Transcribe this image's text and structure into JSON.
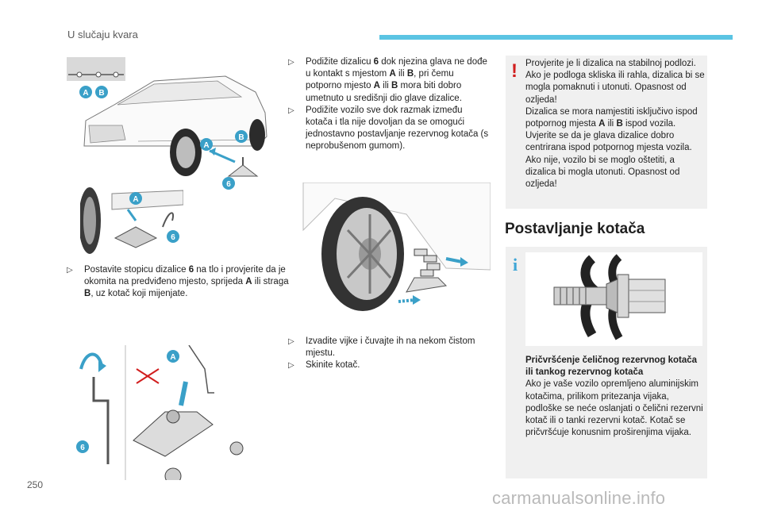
{
  "header": {
    "title": "U slučaju kvara"
  },
  "footer": {
    "page_number": "250",
    "watermark": "carmanualsonline.info"
  },
  "figures": {
    "car_labels": [
      "A",
      "B",
      "A",
      "B",
      "6"
    ],
    "jack_detail_labels": [
      "A",
      "6"
    ],
    "large_jack_labels": [
      "A",
      "6"
    ]
  },
  "left_column": {
    "step1_parts": [
      "Postavite stopicu dizalice ",
      "6",
      " na tlo i provjerite da je okomita na predviđeno mjesto, sprijeda ",
      "A",
      " ili straga ",
      "B",
      ", uz kotač koji mijenjate."
    ]
  },
  "middle_column": {
    "bullet1_parts": [
      "Podižite dizalicu ",
      "6",
      " dok njezina glava ne dođe u kontakt s mjestom ",
      "A",
      " ili ",
      "B",
      ", pri čemu potporno mjesto ",
      "A",
      " ili ",
      "B",
      " mora biti dobro umetnuto u središnji dio glave dizalice."
    ],
    "bullet2": "Podižite vozilo sve dok razmak između kotača i tla nije dovoljan da se omogući jednostavno postavljanje rezervnog kotača (s neprobušenom gumom).",
    "bullet3": "Izvadite vijke i čuvajte ih na nekom čistom mjestu.",
    "bullet4": "Skinite kotač."
  },
  "warning": {
    "icon": "exclamation-icon",
    "parts": [
      "Provjerite je li dizalica na stabilnoj podlozi. Ako je podloga skliska ili rahla, dizalica bi se mogla pomaknuti i utonuti. Opasnost od ozljeda!",
      "Dizalica se mora namjestiti isključivo ispod potpornog mjesta ",
      "A",
      " ili ",
      "B",
      " ispod vozila. Uvjerite se da je glava dizalice dobro centrirana ispod potpornog mjesta vozila. Ako nije, vozilo bi se moglo oštetiti, a dizalica bi mogla utonuti. Opasnost od ozljeda!"
    ]
  },
  "section": {
    "title": "Postavljanje kotača"
  },
  "info": {
    "icon": "info-icon",
    "title": "Pričvršćenje čeličnog rezervnog kotača ili tankog rezervnog kotača",
    "body": "Ako je vaše vozilo opremljeno aluminijskim kotačima, prilikom pritezanja vijaka, podloške se neće oslanjati o čelični rezervni kotač ili o tanki rezervni kotač. Kotač se pričvršćuje konusnim proširenjima vijaka."
  },
  "colors": {
    "accent": "#5bc4e3",
    "label_badge": "#3aa0c8",
    "warning": "#d11e1e",
    "box_bg": "#f0f0f0"
  }
}
